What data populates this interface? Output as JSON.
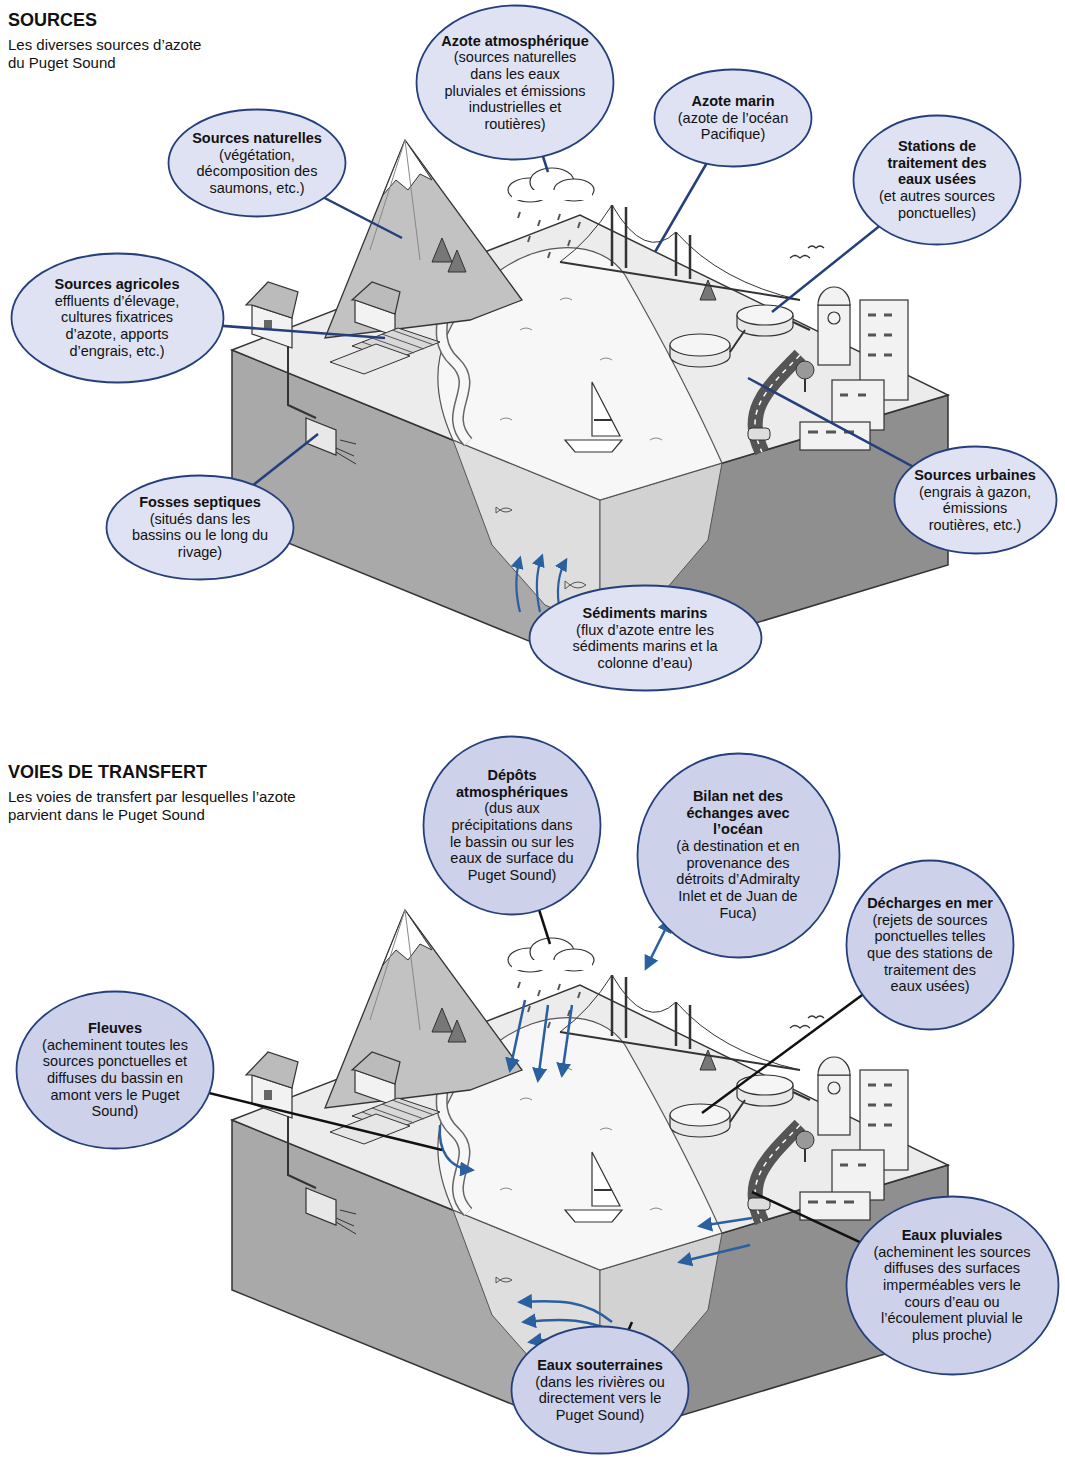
{
  "diagram": {
    "nodes": [
      {
        "text": [
          "Azote atmosphérique",
          "(sources naturelles dans les eaux pluviales et émissions industrielles et routières)"
        ]
      },
      {
        "text": [
          "Azote marin",
          "(azote de l’océan Pacifique)"
        ]
      },
      {
        "text": [
          "Sources naturelles",
          "(végétation, décomposition des saumons, etc.)"
        ]
      },
      {
        "text": [
          "Stations de traitement des eaux usées",
          "(et autres sources ponctuelles)"
        ]
      },
      {
        "text": [
          "Sources agricoles",
          "effluents d’élevage, cultures fixatrices d’azote, apports d’engrais, etc.)"
        ]
      },
      {
        "text": [
          "Fosses septiques",
          "(situés dans les bassins ou le long du rivage)"
        ]
      },
      {
        "text": [
          "Sources urbaines",
          "(engrais à gazon, émissions routières, etc.)"
        ]
      },
      {
        "text": [
          "Sédiments marins",
          "(flux d’azote entre les sédiments marins et la colonne d’eau)"
        ]
      },
      {
        "text": [
          "Dépôts atmosphériques",
          "(dus aux précipitations dans le bassin ou sur les eaux de surface du Puget Sound)"
        ]
      },
      {
        "text": [
          "Bilan net des échanges avec l’océan",
          "(à destination et en provenance des détroits d’Admiralty Inlet et de Juan de Fuca)"
        ]
      },
      {
        "text": [
          "Décharges en mer",
          "(rejets de sources ponctuelles telles que des stations de traitement des eaux usées)"
        ]
      },
      {
        "text": [
          "Fleuves",
          "(acheminent toutes les sources ponctuelles et diffuses du bassin en amont vers le Puget Sound)"
        ]
      },
      {
        "text": [
          "Eaux pluviales",
          "(acheminent les sources diffuses des surfaces imperméables vers le cours d’eau ou l’écoulement pluvial le plus proche)"
        ]
      },
      {
        "text": [
          "Eaux souterraines",
          "(dans les rivières ou directement vers le Puget Sound)"
        ]
      }
    ],
    "labels": [
      "SOURCES",
      "Les diverses sources d’azote du Puget Sound",
      "VOIES DE TRANSFERT",
      "Les voies de transfert par lesquelles l’azote parvient dans le Puget Sound"
    ]
  }
}
